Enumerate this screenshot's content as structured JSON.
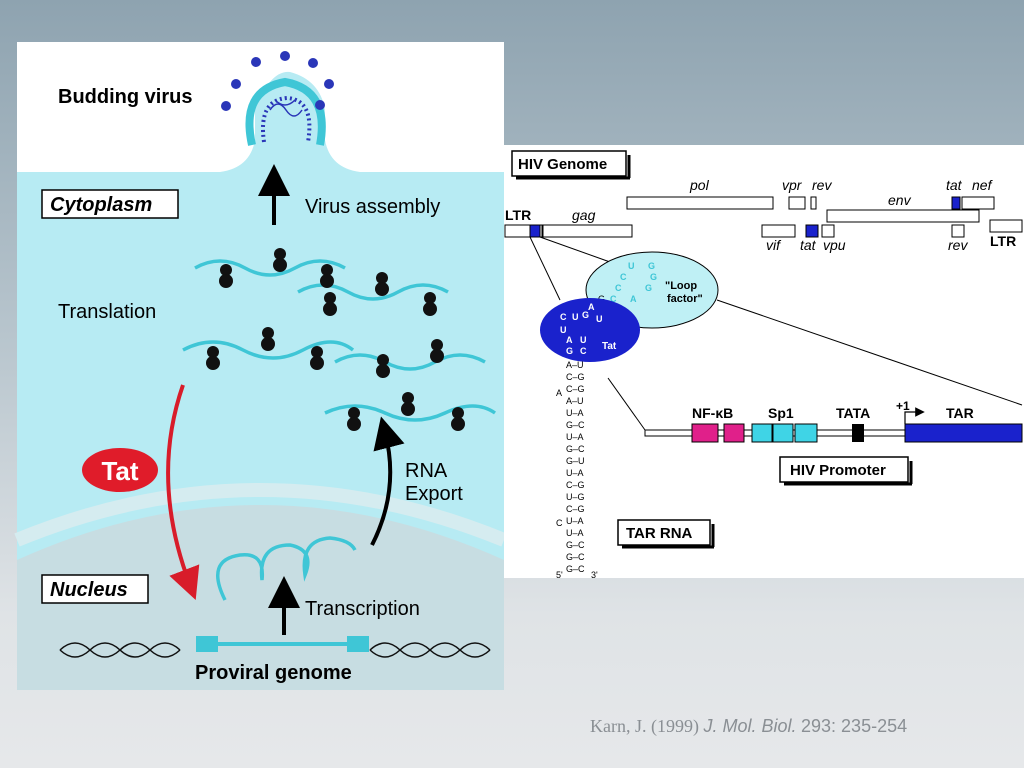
{
  "lifecycle": {
    "budding_virus": "Budding virus",
    "cytoplasm": "Cytoplasm",
    "virus_assembly": "Virus assembly",
    "translation": "Translation",
    "tat": "Tat",
    "rna_export_1": "RNA",
    "rna_export_2": "Export",
    "nucleus": "Nucleus",
    "transcription": "Transcription",
    "proviral_genome": "Proviral genome"
  },
  "genome": {
    "title": "HIV Genome",
    "genes": {
      "pol": "pol",
      "vpr": "vpr",
      "rev_top": "rev",
      "tat_top": "tat",
      "nef": "nef",
      "env": "env",
      "ltr_left": "LTR",
      "gag": "gag",
      "vif": "vif",
      "tat_bottom": "tat",
      "vpu": "vpu",
      "rev_bottom": "rev",
      "ltr_right": "LTR"
    },
    "loop_factor_1": "\"Loop",
    "loop_factor_2": "factor\"",
    "tat_protein": "Tat",
    "promoter_title": "HIV Promoter",
    "promoter_elements": {
      "nfkb": "NF-κB",
      "sp1": "Sp1",
      "tata": "TATA",
      "plus1": "+1",
      "tar": "TAR"
    },
    "tar_rna_title": "TAR RNA",
    "five_prime": "5'",
    "three_prime": "3'"
  },
  "citation": {
    "author": "Karn, J. (1999)",
    "journal": "J. Mol. Biol.",
    "ref": "293: 235-254"
  },
  "colors": {
    "cyan": "#3fc6d6",
    "cytoplasm_bg": "#b7ebf3",
    "nucleus_bg": "#cfe0e4",
    "tat_red": "#e01c2a",
    "tat_blue": "#1a22cc",
    "nfkb_magenta": "#e0208a"
  }
}
